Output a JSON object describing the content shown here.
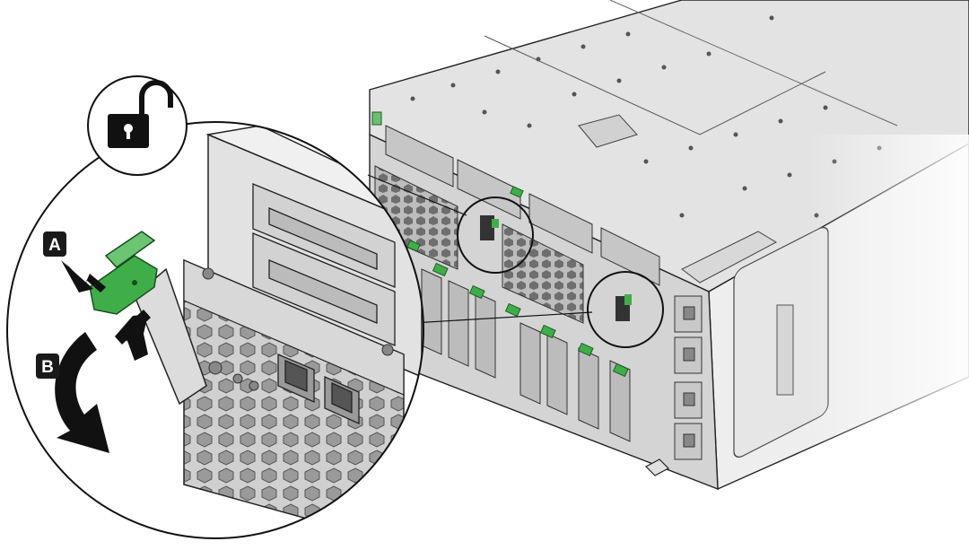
{
  "callouts": [
    {
      "id": "A",
      "label": "A"
    },
    {
      "id": "B",
      "label": "B"
    }
  ],
  "icons": {
    "lock_status": "unlocked-padlock-icon"
  },
  "colors": {
    "accent_green": "#3fae49",
    "accent_green_dark": "#1f7a2b",
    "chassis_light": "#e8e8e8",
    "chassis_mid": "#c9c9c9",
    "chassis_dark": "#8e8e8e",
    "line": "#222222",
    "callout_bg": "#1a1a1a",
    "callout_text": "#ffffff",
    "arrow": "#111111"
  }
}
